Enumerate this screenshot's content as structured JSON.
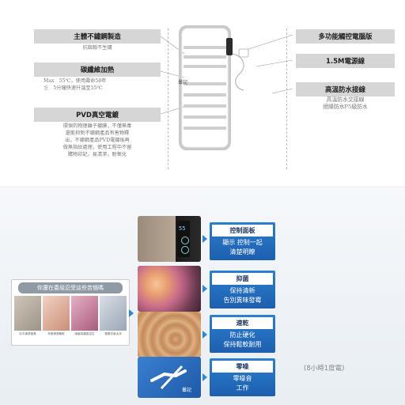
{
  "top": {
    "features_left": [
      {
        "title": "主體不鏽鋼製造",
        "body": [
          "抗腐蝕不生鏽"
        ]
      },
      {
        "title": "碳纖維加熱",
        "body": [
          "Max　55℃，使用壽命50年",
          "≦　5分鐘快速升溫至55℃"
        ]
      },
      {
        "title": "PVD真空電鍍",
        "body": [
          "環保的物理離子鍍膜，不僅無毒",
          "還能抑制不鏽鋼產品有害物釋",
          "出，不鏽鋼產品PVD電鍍後再",
          "做無指紋處理，使用工程中不留",
          "髒物印記，易清潔，耐氧化"
        ]
      }
    ],
    "features_right": [
      {
        "title": "多功能觸控電腦版",
        "body": []
      },
      {
        "title": "1.5M電源線",
        "body": []
      },
      {
        "title": "高溫防水接線",
        "body": [
          "高溫防水交接線",
          "絕緣防水P5級防水"
        ]
      }
    ],
    "rack_badge": "暈記",
    "colors": {
      "label_bg": "#d6d6d6",
      "rack_frame": "#c9c9c9"
    }
  },
  "bottom": {
    "problem_panel": {
      "title": "你還在委屈忍受這些苦惱嗎",
      "captions": [
        "毛巾潮濕發臭",
        "衣服潮濕難乾",
        "細菌易藏匿滋生",
        "寶寶衣服太涼"
      ]
    },
    "features": [
      {
        "title": "控制面板",
        "lines": [
          "顯示 控制一起",
          "清楚明瞭"
        ]
      },
      {
        "title": "抑菌",
        "lines": [
          "保持清新",
          "告別異味發霉"
        ]
      },
      {
        "title": "速乾",
        "lines": [
          "防止硬化",
          "保持鬆軟耐用"
        ]
      },
      {
        "title": "零噪",
        "lines": [
          "零噪音",
          "工作"
        ]
      }
    ],
    "panel_display": "55",
    "photo_badge": "暈記",
    "power_note": "(8小時1度電)",
    "colors": {
      "accent": "#1f64b4",
      "arrow": "#2b88d8"
    }
  }
}
